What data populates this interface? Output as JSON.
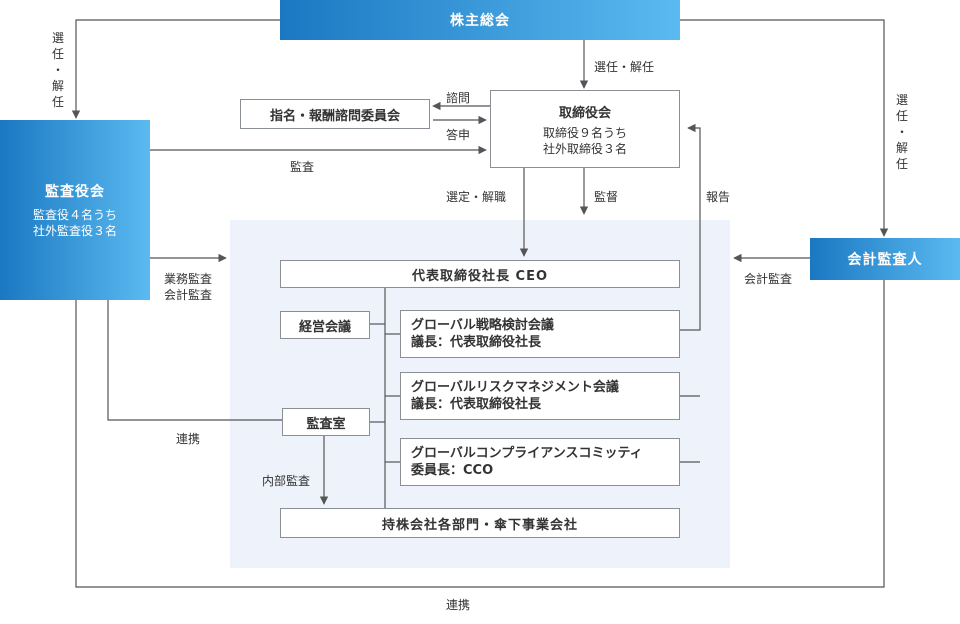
{
  "nodes": {
    "shareholders": "株主総会",
    "nomination_committee": "指名・報酬諮問委員会",
    "board": {
      "title": "取締役会",
      "line1": "取締役９名うち",
      "line2": "社外取締役３名"
    },
    "audit_board": {
      "title": "監査役会",
      "line1": "監査役４名うち",
      "line2": "社外監査役３名"
    },
    "accounting_auditor": "会計監査人",
    "ceo": "代表取締役社長 CEO",
    "management_meeting": "経営会議",
    "strategy_meeting": {
      "line1": "グローバル戦略検討会議",
      "line2": "議長：代表取締役社長"
    },
    "risk_meeting": {
      "line1": "グローバルリスクマネジメント会議",
      "line2": "議長：代表取締役社長"
    },
    "compliance_committee": {
      "line1": "グローバルコンプライアンスコミッティ",
      "line2": "委員長：CCO"
    },
    "audit_office": "監査室",
    "subsidiaries": "持株会社各部門・傘下事業会社"
  },
  "labels": {
    "elect_dismiss": "選任・解任",
    "elect_dismiss_left_vertical": [
      "選",
      "任",
      "・",
      "解",
      "任"
    ],
    "elect_dismiss_right_vertical": [
      "選",
      "任",
      "・",
      "解",
      "任"
    ],
    "consult": "諮問",
    "report_back": "答申",
    "audit": "監査",
    "select_dismiss": "選定・解職",
    "supervise": "監督",
    "report": "報告",
    "business_audit": "業務監査",
    "accounting_audit": "会計監査",
    "accounting_audit_right": "会計監査",
    "cooperation_left": "連携",
    "internal_audit": "内部監査",
    "cooperation_bottom": "連携"
  }
}
